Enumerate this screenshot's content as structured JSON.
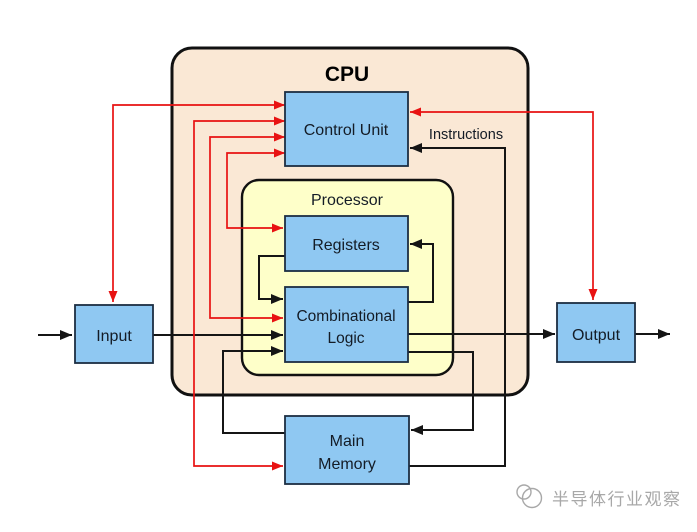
{
  "colors": {
    "background": "#ffffff",
    "cpu_fill": "#FAE8D5",
    "processor_fill": "#FEFFC9",
    "box_fill": "#8FC8F2",
    "box_stroke": "#1c2e42",
    "outline": "#111111",
    "line_black": "#151515",
    "line_red": "#E81212",
    "label": "#141c26",
    "watermark": "#a8a8a8"
  },
  "blocks": {
    "cpu": {
      "label": "CPU"
    },
    "control_unit": {
      "label": "Control Unit"
    },
    "processor": {
      "label": "Processor"
    },
    "registers": {
      "label": "Registers"
    },
    "combinational_logic": {
      "line1": "Combinational",
      "line2": "Logic"
    },
    "input": {
      "label": "Input"
    },
    "output": {
      "label": "Output"
    },
    "main_memory": {
      "line1": "Main",
      "line2": "Memory"
    }
  },
  "annotations": {
    "instructions": "Instructions"
  },
  "edges": [
    {
      "from": "external",
      "to": "Input",
      "type": "data",
      "color": "black",
      "arrows": "one-way"
    },
    {
      "from": "Input",
      "to": "Combinational Logic",
      "type": "data",
      "color": "black",
      "arrows": "one-way"
    },
    {
      "from": "Combinational Logic",
      "to": "Output",
      "type": "data",
      "color": "black",
      "arrows": "one-way"
    },
    {
      "from": "Output",
      "to": "external",
      "type": "data",
      "color": "black",
      "arrows": "one-way"
    },
    {
      "from": "Registers",
      "to": "Combinational Logic",
      "type": "data",
      "color": "black",
      "arrows": "one-way"
    },
    {
      "from": "Combinational Logic",
      "to": "Registers",
      "type": "data",
      "color": "black",
      "arrows": "one-way"
    },
    {
      "from": "Main Memory",
      "to": "Combinational Logic",
      "type": "data",
      "color": "black",
      "arrows": "one-way"
    },
    {
      "from": "Combinational Logic",
      "to": "Main Memory",
      "type": "data",
      "color": "black",
      "arrows": "one-way"
    },
    {
      "from": "Main Memory",
      "to": "Control Unit",
      "type": "data",
      "color": "black",
      "arrows": "one-way",
      "label": "Instructions"
    },
    {
      "from": "Control Unit",
      "to": "Input",
      "type": "control",
      "color": "red",
      "arrows": "two-way"
    },
    {
      "from": "Control Unit",
      "to": "Main Memory",
      "type": "control",
      "color": "red",
      "arrows": "two-way"
    },
    {
      "from": "Control Unit",
      "to": "Combinational Logic",
      "type": "control",
      "color": "red",
      "arrows": "two-way"
    },
    {
      "from": "Control Unit",
      "to": "Registers",
      "type": "control",
      "color": "red",
      "arrows": "two-way"
    },
    {
      "from": "Control Unit",
      "to": "Output",
      "type": "control",
      "arrows": "two-way",
      "color": "red"
    }
  ],
  "watermark": {
    "text": "半导体行业观察"
  }
}
